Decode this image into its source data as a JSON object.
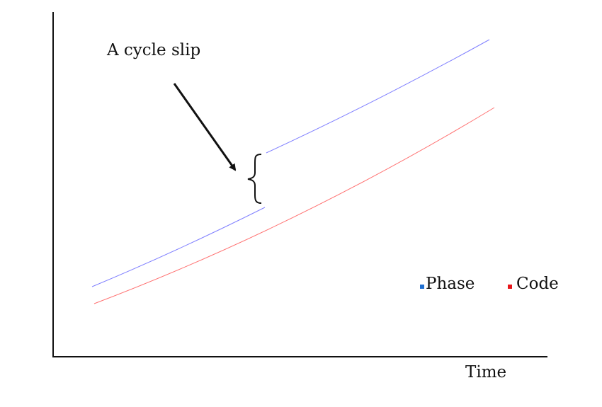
{
  "annotation": {
    "text": "A cycle slip"
  },
  "axes": {
    "xlabel": "Time",
    "ylabel": ""
  },
  "legend": [
    {
      "label": "Phase",
      "color": "#1f6fd1"
    },
    {
      "label": "Code",
      "color": "#e8161b"
    }
  ],
  "colors": {
    "phase_line": "#8080ff",
    "code_line": "#ff7070",
    "axis": "#111111"
  },
  "chart_data": {
    "type": "line",
    "title": "",
    "xlabel": "Time",
    "ylabel": "",
    "series": [
      {
        "name": "Phase",
        "segments": [
          [
            [
              0.0,
              0.14
            ],
            [
              0.4,
              0.38
            ]
          ],
          [
            [
              0.41,
              0.55
            ],
            [
              1.0,
              0.9
            ]
          ]
        ]
      },
      {
        "name": "Code",
        "points": [
          [
            0.0,
            0.09
          ],
          [
            1.0,
            0.69
          ]
        ]
      }
    ],
    "annotations": [
      "A cycle slip"
    ],
    "legend_position": "lower right",
    "grid": false
  }
}
